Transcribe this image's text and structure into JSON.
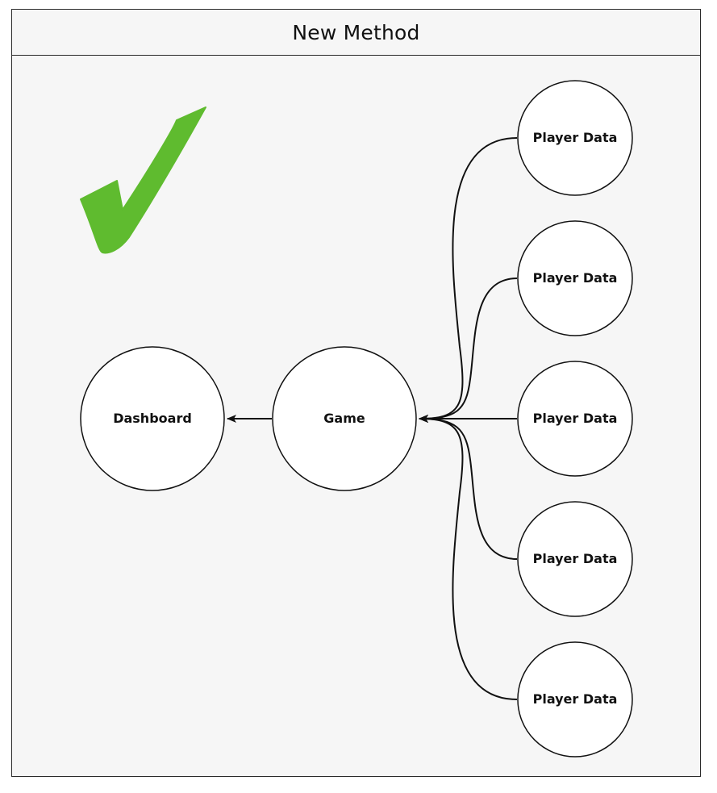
{
  "frame": {
    "title": "New Method"
  },
  "status_mark": {
    "icon": "checkmark-icon",
    "color": "#5fbb2f"
  },
  "nodes": {
    "dashboard": {
      "label": "Dashboard"
    },
    "game": {
      "label": "Game"
    },
    "players": [
      {
        "label": "Player Data"
      },
      {
        "label": "Player Data"
      },
      {
        "label": "Player Data"
      },
      {
        "label": "Player Data"
      },
      {
        "label": "Player Data"
      }
    ]
  },
  "edges": [
    {
      "from": "game",
      "to": "dashboard"
    },
    {
      "from": "players.0",
      "to": "game"
    },
    {
      "from": "players.1",
      "to": "game"
    },
    {
      "from": "players.2",
      "to": "game"
    },
    {
      "from": "players.3",
      "to": "game"
    },
    {
      "from": "players.4",
      "to": "game"
    }
  ]
}
